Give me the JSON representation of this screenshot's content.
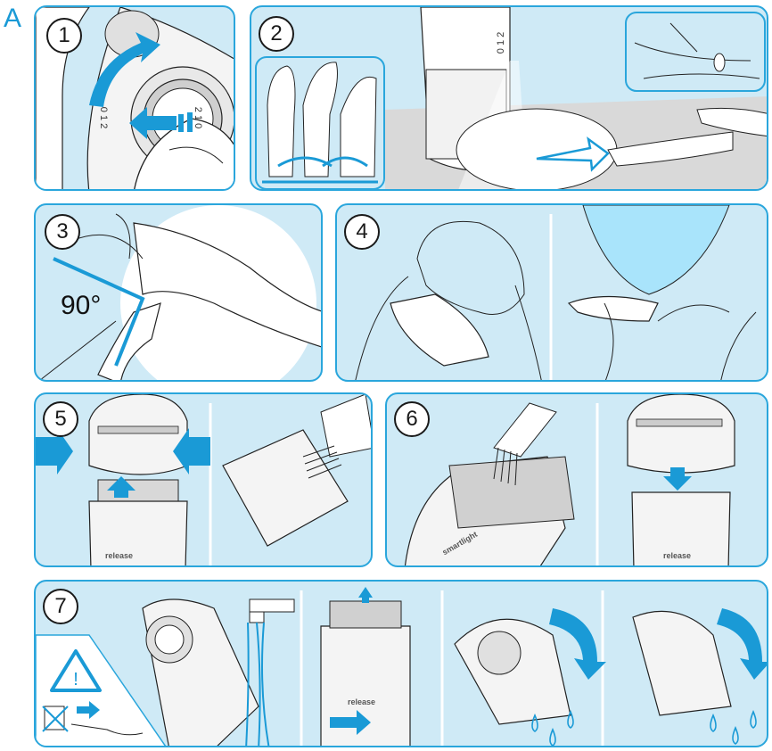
{
  "section_letter": "A",
  "panels": [
    {
      "number": "1"
    },
    {
      "number": "2"
    },
    {
      "number": "3",
      "angle_label": "90°"
    },
    {
      "number": "4"
    },
    {
      "number": "5",
      "device_label": "release"
    },
    {
      "number": "6",
      "device_label": "release",
      "head_label": "smartlight"
    },
    {
      "number": "7",
      "device_label": "release"
    }
  ],
  "dial_marks": {
    "left": "0 1 2",
    "right": "2 1 0",
    "top": "0 1 2"
  },
  "colors": {
    "panel_fill": "#cfeaf6",
    "border": "#2aa6dc",
    "arrow": "#1a9ad6",
    "line": "#222222"
  },
  "icons": [
    "warning-triangle-icon",
    "unplugged-crossed-icon",
    "water-tap-icon",
    "water-drop-icon"
  ]
}
